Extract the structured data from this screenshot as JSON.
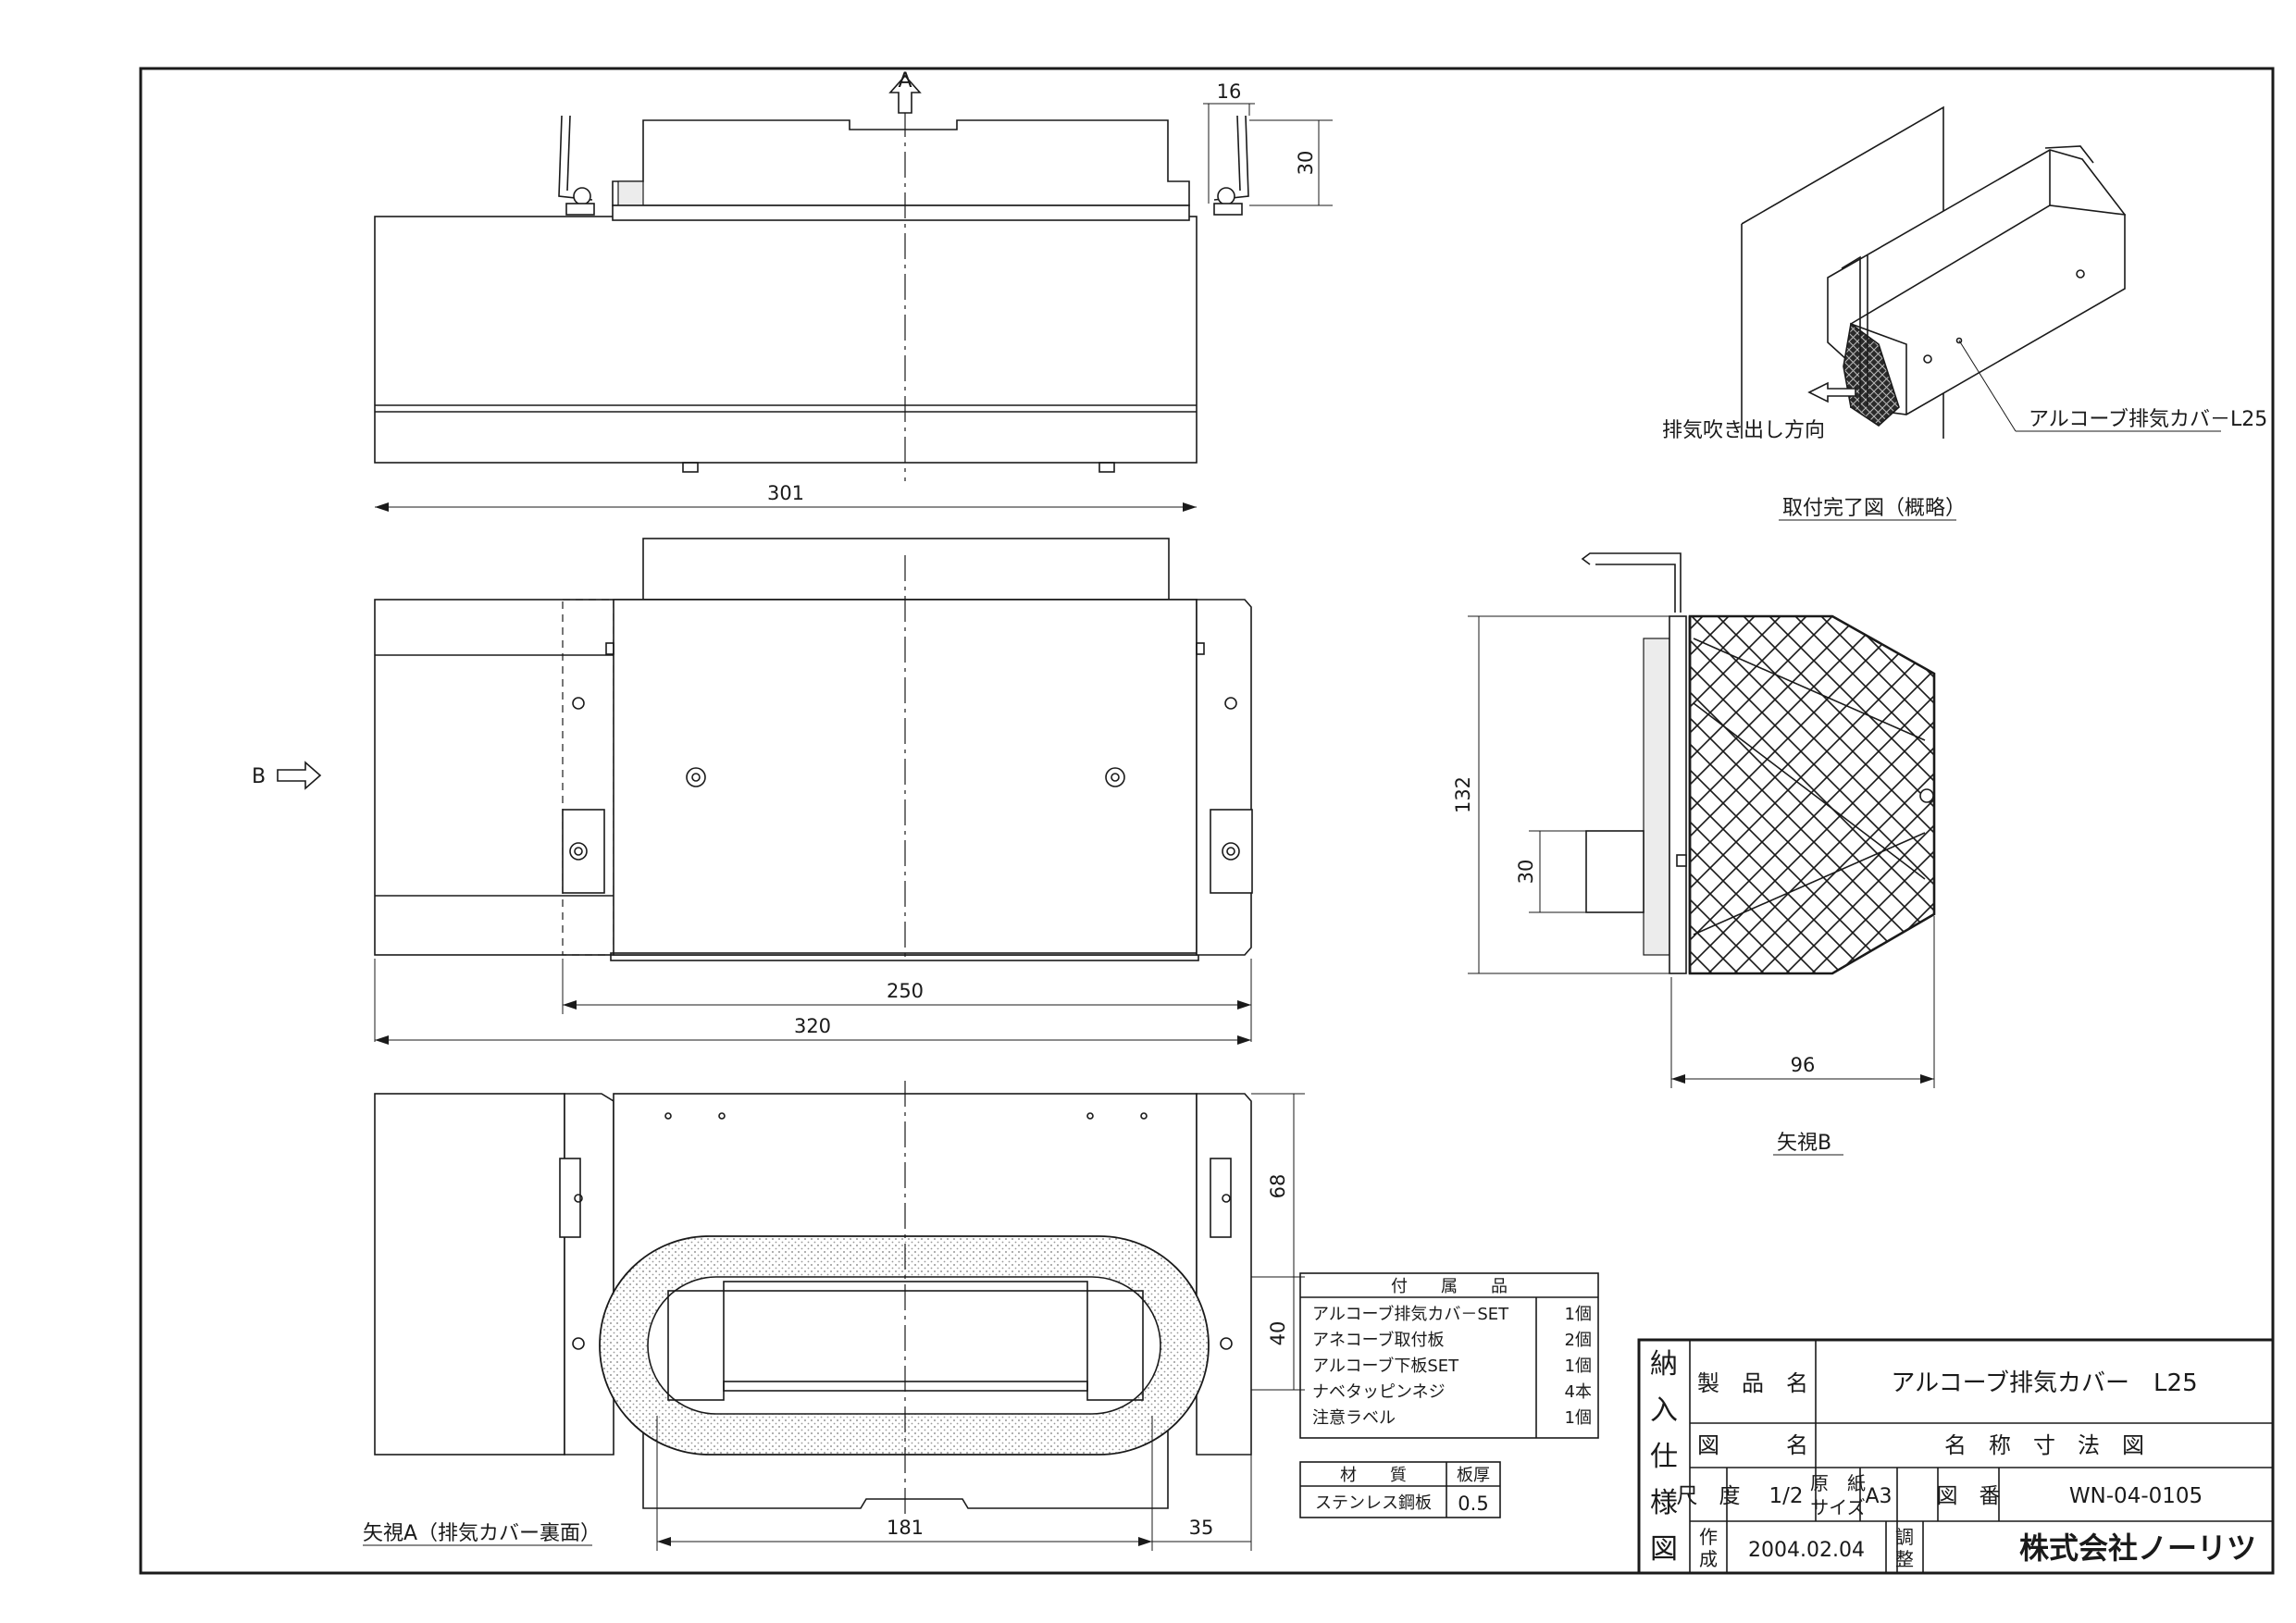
{
  "labels": {
    "arrow_a": "A",
    "arrow_b": "B",
    "view_a": "矢視A（排気カバー裏面）",
    "view_b": "矢視B",
    "install_view": "取付完了図（概略）",
    "exhaust_direction": "排気吹き出し方向",
    "product_callout": "アルコーブ排気カバ－L25"
  },
  "dimensions": {
    "d16": "16",
    "d30_top": "30",
    "d301": "301",
    "d250": "250",
    "d320": "320",
    "d132": "132",
    "d30_side": "30",
    "d96": "96",
    "d68": "68",
    "d40": "40",
    "d181": "181",
    "d35": "35"
  },
  "accessories": {
    "header": "付　　属　　品",
    "items": [
      {
        "name": "アルコーブ排気カバ－SET",
        "qty": "1個"
      },
      {
        "name": "アネコーブ取付板",
        "qty": "2個"
      },
      {
        "name": "アルコーブ下板SET",
        "qty": "1個"
      },
      {
        "name": "ナベタッピンネジ",
        "qty": "4本"
      },
      {
        "name": "注意ラベル",
        "qty": "1個"
      }
    ]
  },
  "material": {
    "col_material": "材　　質",
    "col_thickness": "板厚",
    "material": "ステンレス鋼板",
    "thickness": "0.5"
  },
  "title_block": {
    "side_title": [
      "納",
      "入",
      "仕",
      "様",
      "図"
    ],
    "product_name_label": "製　品　名",
    "product_name": "アルコーブ排気カバー　L25",
    "drawing_name_label": "図　　　名",
    "drawing_name": "名　称　寸　法　図",
    "scale_label": "尺　度",
    "scale": "1/2",
    "paper_size_label": [
      "原　紙",
      "サイズ"
    ],
    "paper_size": "A3",
    "drawing_no_label": "図　番",
    "drawing_no": "WN-04-0105",
    "created_label": [
      "作",
      "成"
    ],
    "created_date": "2004.02.04",
    "adjusted_label": [
      "調",
      "整"
    ],
    "company": "株式会社ノーリツ"
  }
}
